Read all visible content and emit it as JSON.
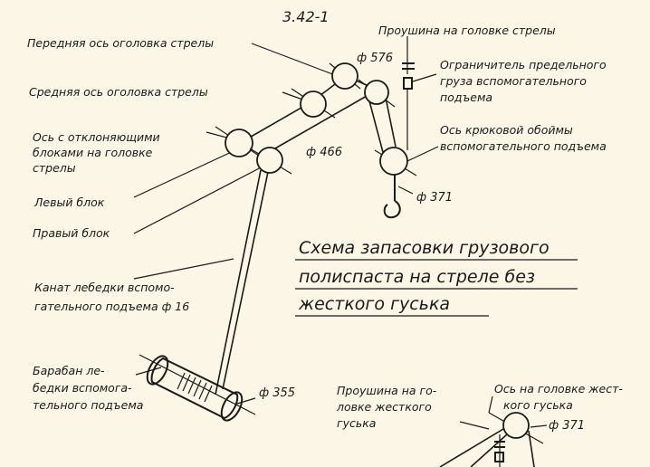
{
  "sheet_number": "3.42-1",
  "title_lines": [
    "Схема запасовки грузового",
    "полиспаста на стреле без",
    "жесткого гуська"
  ],
  "labels": {
    "front_axis": "Передняя ось оголовка стрелы",
    "middle_axis": "Средняя ось оголовка стрелы",
    "deflect_axis": [
      "Ось с отклоняющими",
      "блоками на головке",
      "стрелы"
    ],
    "left_block": "Левый блок",
    "right_block": "Правый блок",
    "rope": [
      "Канат лебедки вспомо-",
      "гательного подъема ф 16"
    ],
    "drum": [
      "Барабан ле-",
      "бедки вспомога-",
      "тельного подъема"
    ],
    "lug_boom_head": "Проушина на головке стрелы",
    "limiter": [
      "Ограничитель предельного",
      "груза вспомогательного",
      "подъема"
    ],
    "hook_block_axis": [
      "Ось крюковой обоймы",
      "вспомогательного подъема"
    ],
    "lug_rigid_jib": [
      "Проушина на го-",
      "ловке жесткого",
      "гуська"
    ],
    "axis_rigid_jib": [
      "Ось на головке жест-",
      "кого гуська"
    ]
  },
  "dimensions": {
    "d576": "ф 576",
    "d466": "ф 466",
    "d371_hook": "ф 371",
    "d355": "ф 355",
    "d371_jib": "ф 371"
  }
}
